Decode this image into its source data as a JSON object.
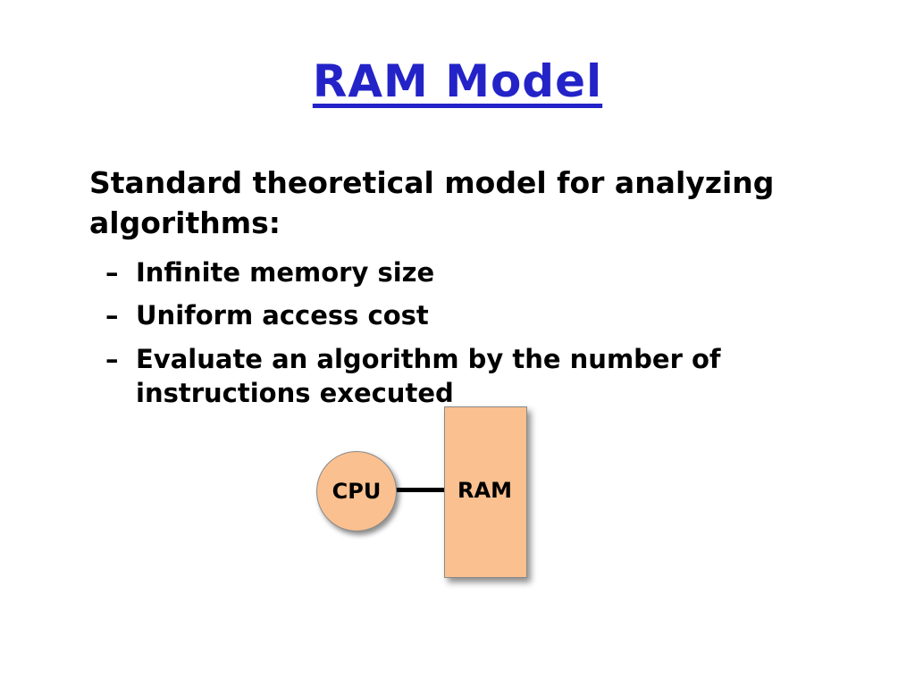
{
  "slide": {
    "title": "RAM Model",
    "body": {
      "intro": "Standard theoretical model for analyzing algorithms:",
      "bullets": [
        {
          "marker": "–",
          "text": "Infinite memory size"
        },
        {
          "marker": "–",
          "text": "Uniform access cost"
        },
        {
          "marker": "–",
          "text": "Evaluate an algorithm by the number of instructions executed"
        }
      ]
    },
    "diagram": {
      "cpu_label": "CPU",
      "ram_label": "RAM"
    },
    "colors": {
      "title": "#2323c8",
      "shape_fill": "#fac090",
      "shape_border": "#8a8a8a",
      "connector": "#000000"
    }
  }
}
